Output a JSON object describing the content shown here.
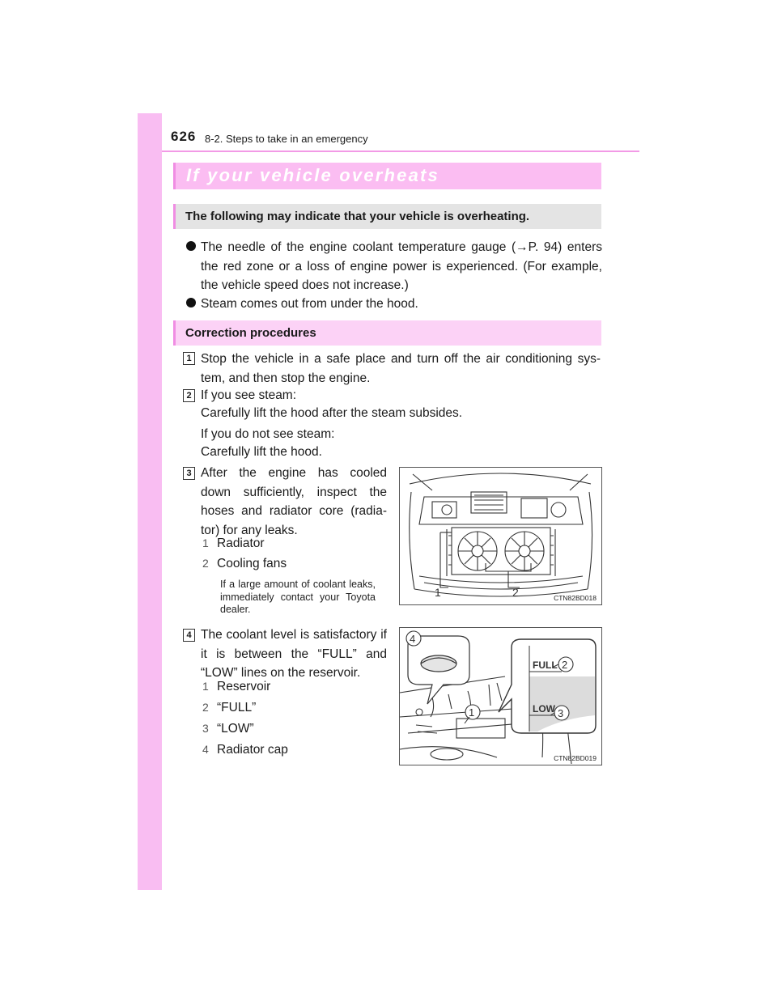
{
  "header": {
    "page_number": "626",
    "section": "8-2. Steps to take in an emergency"
  },
  "title": "If your vehicle overheats",
  "sections": {
    "symptoms_heading": "The following may indicate that your vehicle is overheating.",
    "bullets": [
      "The needle of the engine coolant temperature gauge (→P. 94) enters the red zone or a loss of engine power is experienced. (For example, the vehicle speed does not increase.)",
      "Steam comes out from under the hood."
    ],
    "correction_heading": "Correction procedures"
  },
  "steps": {
    "s1": {
      "num": "1",
      "text": "Stop the vehicle in a safe place and turn off the air conditioning sys-tem, and then stop the engine."
    },
    "s2": {
      "num": "2",
      "line1": "If you see steam:",
      "line2": "Carefully lift the hood after the steam subsides.",
      "line3": "If you do not see steam:",
      "line4": "Carefully lift the hood."
    },
    "s3": {
      "num": "3",
      "text": "After the engine has cooled down sufficiently, inspect the hoses and radiator core (radia-tor) for any leaks.",
      "legend": [
        {
          "num": "1",
          "label": "Radiator"
        },
        {
          "num": "2",
          "label": "Cooling fans"
        }
      ],
      "note": "If a large amount of coolant leaks, immediately contact your Toyota dealer."
    },
    "s4": {
      "num": "4",
      "text": "The coolant level is satisfactory if it is between the “FULL” and “LOW” lines on the reservoir.",
      "legend": [
        {
          "num": "1",
          "label": "Reservoir"
        },
        {
          "num": "2",
          "label": "“FULL”"
        },
        {
          "num": "3",
          "label": "“LOW”"
        },
        {
          "num": "4",
          "label": "Radiator cap"
        }
      ]
    }
  },
  "figures": {
    "fig1": {
      "code": "CTN82BD018",
      "callout1": "1",
      "callout2": "2"
    },
    "fig2": {
      "code": "CTN82BD019",
      "callout1": "1",
      "callout2": "2",
      "callout3": "3",
      "callout4": "4",
      "full_mark": "FULL",
      "low_mark": "LOW"
    }
  },
  "colors": {
    "accent_pink": "#f9bdf2",
    "accent_line": "#f29ae6",
    "sub_grey": "#e4e4e4",
    "sub_pink": "#fcd2f6"
  }
}
